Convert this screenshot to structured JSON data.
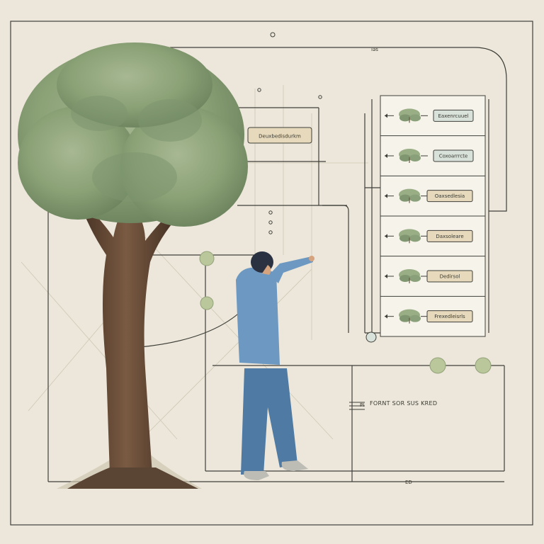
{
  "diagram": {
    "top_tick": "ıǝs",
    "left_box_label": "Deuxbedisdurkm",
    "panel": {
      "rows": [
        {
          "label": "Eaxenrcuuel",
          "style": "teal"
        },
        {
          "label": "Coxoarrrcte",
          "style": "teal"
        },
        {
          "label": "Oaxsedlesia",
          "style": "tan"
        },
        {
          "label": "Daxsoleare",
          "style": "tan"
        },
        {
          "label": "Dedirsol",
          "style": "tan"
        },
        {
          "label": "Frexedleisrls",
          "style": "tan"
        }
      ]
    },
    "bottom_label": "FORNT SOR SUS KRED",
    "side_mark": "PI",
    "baseline_mark": "ED"
  },
  "colors": {
    "background": "#ece7da",
    "line": "#3f3f3a",
    "node": "#b9c79a",
    "label_tan": "#e6d9bc",
    "label_teal": "#d8e2da",
    "tree_foliage": "#8ea27a",
    "trunk": "#6b4f3a",
    "shirt": "#6d98c1",
    "pants": "#4f7aa4"
  }
}
